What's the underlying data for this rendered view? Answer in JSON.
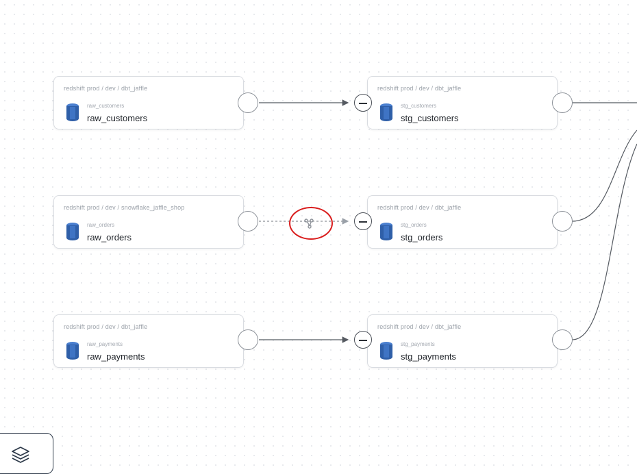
{
  "nodes": [
    {
      "path": "redshift prod  /  dev  /  dbt_jaffle",
      "subtitle": "raw_customers",
      "name": "raw_customers"
    },
    {
      "path": "redshift prod  /  dev  /  dbt_jaffle",
      "subtitle": "stg_customers",
      "name": "stg_customers"
    },
    {
      "path": "redshift prod  /  dev  /  snowflake_jaffle_shop",
      "subtitle": "raw_orders",
      "name": "raw_orders"
    },
    {
      "path": "redshift prod  /  dev  /  dbt_jaffle",
      "subtitle": "stg_orders",
      "name": "stg_orders"
    },
    {
      "path": "redshift prod  /  dev  /  dbt_jaffle",
      "subtitle": "raw_payments",
      "name": "raw_payments"
    },
    {
      "path": "redshift prod  /  dev  /  dbt_jaffle",
      "subtitle": "stg_payments",
      "name": "stg_payments"
    }
  ],
  "icons": {
    "database": "database-icon",
    "edge": "lineage-branch-icon",
    "layers": "layers-icon"
  },
  "colors": {
    "database": "#2f5fa8",
    "highlight": "#d91c1c",
    "edge": "#555a61"
  }
}
